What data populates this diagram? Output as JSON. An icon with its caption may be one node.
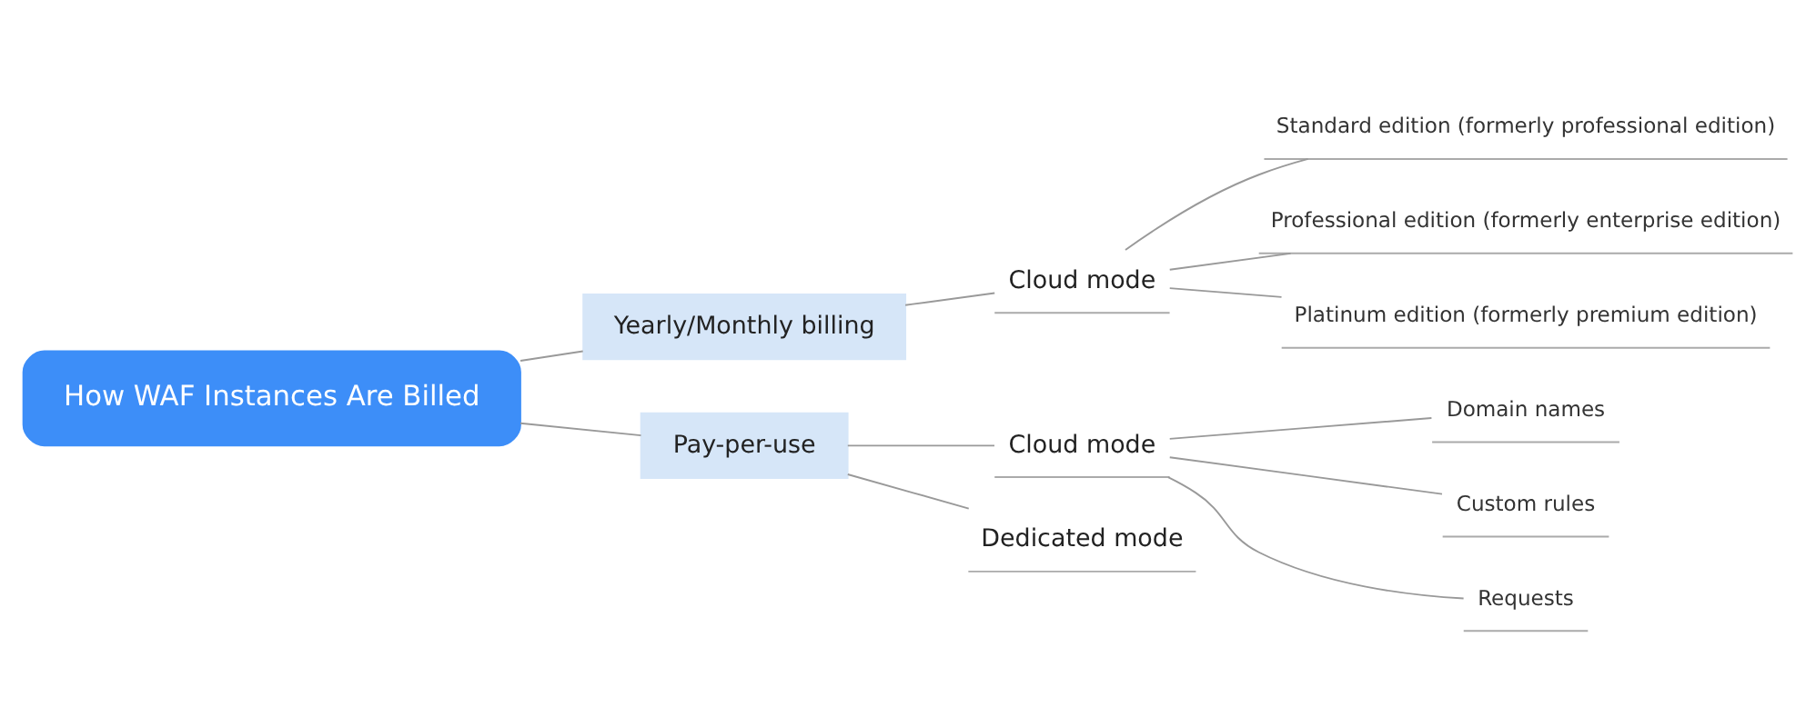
{
  "diagram": {
    "nodes": [
      {
        "text": [
          "How WAF Instances Are Billed"
        ]
      },
      {
        "text": [
          "Yearly/Monthly billing"
        ]
      },
      {
        "text": [
          "Cloud mode"
        ]
      },
      {
        "text": [
          "Standard edition (formerly professional edition)"
        ]
      },
      {
        "text": [
          "Professional edition (formerly enterprise edition)"
        ]
      },
      {
        "text": [
          "Platinum edition (formerly premium edition)"
        ]
      },
      {
        "text": [
          "Pay-per-use"
        ]
      },
      {
        "text": [
          "Cloud mode"
        ]
      },
      {
        "text": [
          "Domain names"
        ]
      },
      {
        "text": [
          "Custom rules"
        ]
      },
      {
        "text": [
          "Requests"
        ]
      },
      {
        "text": [
          "Dedicated mode"
        ]
      }
    ],
    "edges": [
      {
        "from": 0,
        "to": 1,
        "arrow": "none"
      },
      {
        "from": 1,
        "to": 2,
        "arrow": "none"
      },
      {
        "from": 2,
        "to": 3,
        "arrow": "none"
      },
      {
        "from": 2,
        "to": 4,
        "arrow": "none"
      },
      {
        "from": 2,
        "to": 5,
        "arrow": "none"
      },
      {
        "from": 0,
        "to": 6,
        "arrow": "none"
      },
      {
        "from": 6,
        "to": 7,
        "arrow": "none"
      },
      {
        "from": 7,
        "to": 8,
        "arrow": "none"
      },
      {
        "from": 7,
        "to": 9,
        "arrow": "none"
      },
      {
        "from": 7,
        "to": 10,
        "arrow": "none"
      },
      {
        "from": 6,
        "to": 11,
        "arrow": "none"
      }
    ]
  }
}
